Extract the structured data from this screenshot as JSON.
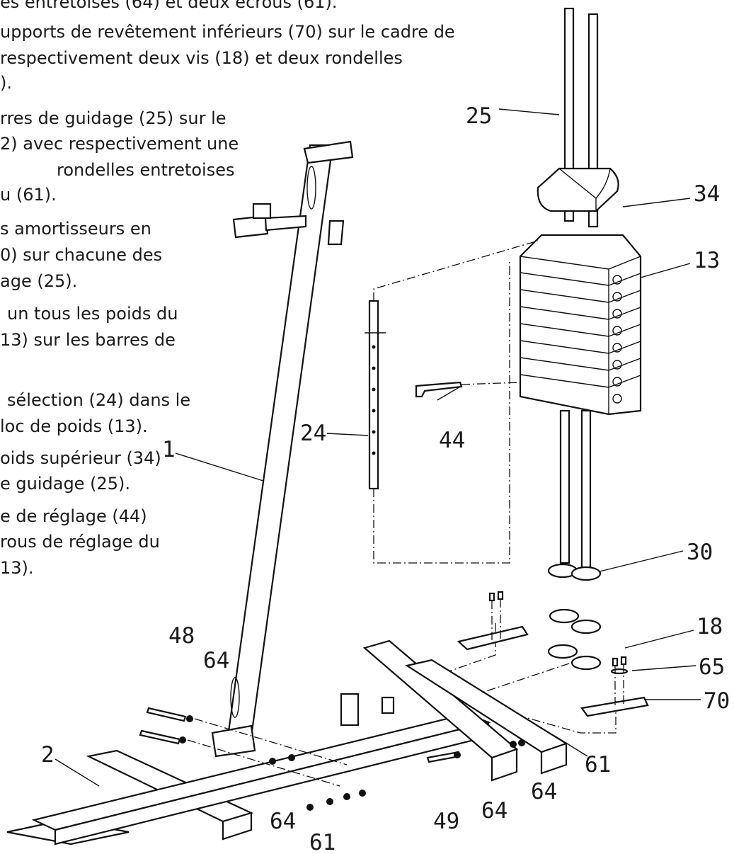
{
  "instructions": {
    "lines": [
      "es entretoises (64) et deux écrous (61).",
      "upports de revêtement inférieurs (70) sur le cadre de",
      "respectivement deux vis (18) et deux rondelles",
      ").",
      "rres de guidage (25) sur le",
      "2) avec respectivement une",
      "rondelles   entretoises",
      "u (61).",
      "s amortisseurs en",
      "0) sur chacune des",
      "age (25).",
      "un tous les poids du",
      "13) sur les barres de",
      "sélection (24) dans le",
      "loc de poids (13).",
      "oids supérieur (34)",
      "e guidage (25).",
      "e de réglage (44)",
      "rous de réglage du",
      "13)."
    ]
  },
  "callouts": {
    "n25": "25",
    "n34": "34",
    "n13": "13",
    "n24": "24",
    "n44": "44",
    "n1": "1",
    "n30": "30",
    "n18": "18",
    "n65": "65",
    "n70": "70",
    "n48": "48",
    "n64a": "64",
    "n2": "2",
    "n61a": "61",
    "n49": "49",
    "n64b": "64",
    "n64c": "64",
    "n64d": "64",
    "n61b": "61"
  }
}
